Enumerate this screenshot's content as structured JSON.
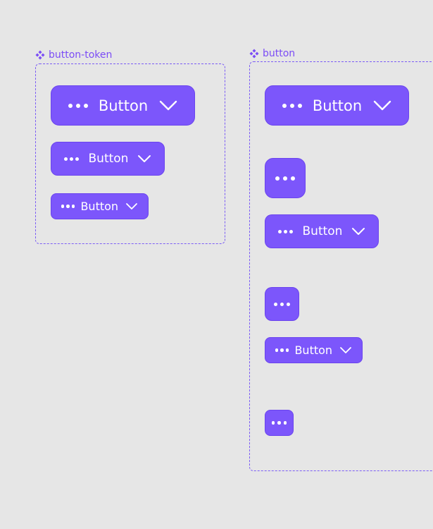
{
  "canvas": {
    "background": "#e6e6e6"
  },
  "colors": {
    "accent": "#7c56fb",
    "frame_border": "#7b5cf5",
    "label": "#7b4cf6",
    "button_text": "#ffffff"
  },
  "component_sets": [
    {
      "name": "button-token",
      "icon": "component-set-diamond-icon",
      "variants": [
        {
          "size": "L",
          "label": "Button",
          "leading_icon": "ellipsis-icon",
          "trailing_icon": "chevron-down-icon"
        },
        {
          "size": "M",
          "label": "Button",
          "leading_icon": "ellipsis-icon",
          "trailing_icon": "chevron-down-icon"
        },
        {
          "size": "S",
          "label": "Button",
          "leading_icon": "ellipsis-icon",
          "trailing_icon": "chevron-down-icon"
        }
      ]
    },
    {
      "name": "button",
      "icon": "component-set-diamond-icon",
      "variants": [
        {
          "size": "L",
          "label": "Button",
          "leading_icon": "ellipsis-icon",
          "trailing_icon": "chevron-down-icon"
        },
        {
          "size": "L",
          "icon_only": true,
          "leading_icon": "ellipsis-icon"
        },
        {
          "size": "M",
          "label": "Button",
          "leading_icon": "ellipsis-icon",
          "trailing_icon": "chevron-down-icon"
        },
        {
          "size": "M",
          "icon_only": true,
          "leading_icon": "ellipsis-icon"
        },
        {
          "size": "S",
          "label": "Button",
          "leading_icon": "ellipsis-icon",
          "trailing_icon": "chevron-down-icon"
        },
        {
          "size": "S",
          "icon_only": true,
          "leading_icon": "ellipsis-icon"
        }
      ]
    }
  ]
}
